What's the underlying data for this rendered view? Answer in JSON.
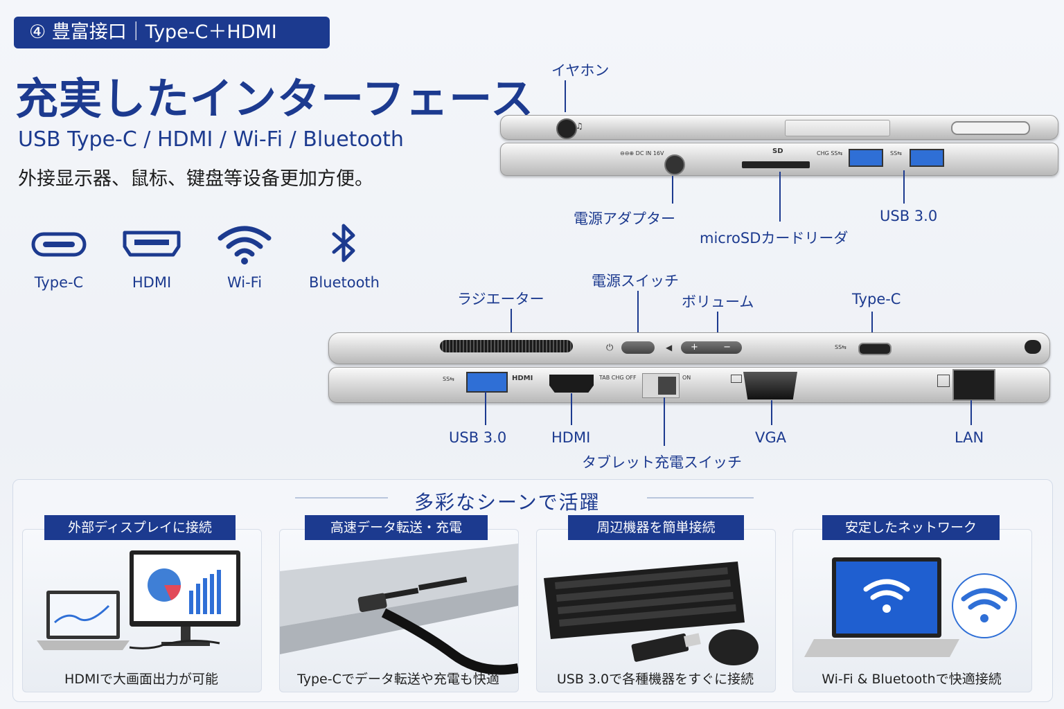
{
  "badge": "④ 豊富接口｜Type-C＋HDMI",
  "headline": "充実したインターフェース",
  "subtitle_en": "USB Type-C / HDMI / Wi-Fi / Bluetooth",
  "subtitle_zh": "外接显示器、鼠标、键盘等设备更加方便。",
  "feature_icons": [
    {
      "icon": "usb-c-port-icon",
      "label": "Type-C"
    },
    {
      "icon": "hdmi-port-icon",
      "label": "HDMI"
    },
    {
      "icon": "wifi-icon",
      "label": "Wi-Fi"
    },
    {
      "icon": "bluetooth-icon",
      "label": "Bluetooth"
    }
  ],
  "top_device_labels": {
    "earphone": "イヤホン",
    "power_adapter": "電源アダプター",
    "microsd": "microSDカードリーダ",
    "usb30": "USB 3.0"
  },
  "top_device_markings": {
    "dcin": "⊖⊖⊕ DC IN 16V",
    "sd": "SD",
    "chg": "CHG SS⇆",
    "ss": "SS⇆"
  },
  "side_device_labels": {
    "radiator": "ラジエーター",
    "power_switch": "電源スイッチ",
    "volume": "ボリューム",
    "typec": "Type-C",
    "usb30": "USB 3.0",
    "hdmi": "HDMI",
    "vga": "VGA",
    "lan": "LAN",
    "tablet_switch": "タブレット充電スイッチ"
  },
  "side_device_markings": {
    "ss": "SS⇆",
    "hdmi_logo": "HDMI",
    "tab_chg_off": "TAB CHG OFF",
    "on": "ON"
  },
  "scenes": {
    "title": "多彩なシーンで活躍",
    "cards": [
      {
        "tag": "外部ディスプレイに接続",
        "caption": "HDMIで大画面出力が可能"
      },
      {
        "tag": "高速データ転送・充電",
        "caption": "Type-Cでデータ転送や充電も快適"
      },
      {
        "tag": "周辺機器を簡単接続",
        "caption": "USB 3.0で各種機器をすぐに接続"
      },
      {
        "tag": "安定したネットワーク",
        "caption": "Wi-Fi & Bluetoothで快適接続"
      }
    ]
  },
  "colors": {
    "brand_blue": "#1c3a8f",
    "usb_blue": "#2f6fd6"
  }
}
